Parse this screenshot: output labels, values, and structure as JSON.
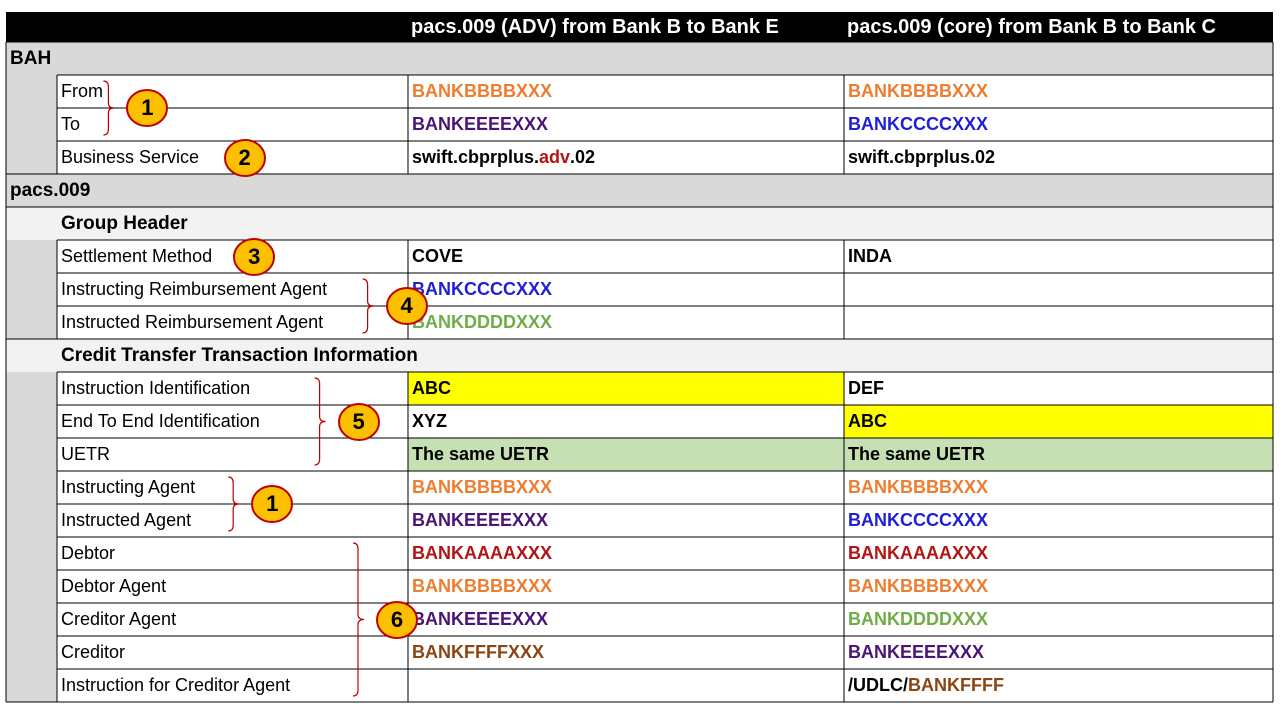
{
  "colors": {
    "orange": "#ed7d31",
    "purple": "#4b1577",
    "blue": "#1f1fd8",
    "green": "#70ad47",
    "darkred": "#b41414",
    "brown": "#8b4513",
    "black": "#000000",
    "highlight_yellow": "#ffff00",
    "highlight_green": "#c6e0b4",
    "header_bg": "#000000",
    "section_bg": "#d9d9d9",
    "subsection_bg": "#f2f2f2",
    "badge_fill": "#fcc000",
    "badge_stroke": "#c00000"
  },
  "header": {
    "col_adv": "pacs.009 (ADV) from Bank B to Bank E",
    "col_core": "pacs.009 (core) from Bank B to Bank C"
  },
  "rows": [
    {
      "type": "section",
      "label": "BAH"
    },
    {
      "type": "field",
      "label": "From",
      "adv": [
        {
          "t": "BANKBBBBXXX",
          "c": "orange"
        }
      ],
      "core": [
        {
          "t": "BANKBBBBXXX",
          "c": "orange"
        }
      ]
    },
    {
      "type": "field",
      "label": "To",
      "adv": [
        {
          "t": "BANKEEEEXXX",
          "c": "purple"
        }
      ],
      "core": [
        {
          "t": "BANKCCCCXXX",
          "c": "blue"
        }
      ]
    },
    {
      "type": "field",
      "label": "Business Service",
      "adv": [
        {
          "t": "swift.cbprplus.",
          "c": "black"
        },
        {
          "t": "adv",
          "c": "darkred"
        },
        {
          "t": ".02",
          "c": "black"
        }
      ],
      "core": [
        {
          "t": "swift.cbprplus.02",
          "c": "black"
        }
      ]
    },
    {
      "type": "section",
      "label": "pacs.009"
    },
    {
      "type": "subsection",
      "label": "Group Header"
    },
    {
      "type": "field",
      "label": "Settlement Method",
      "adv": [
        {
          "t": "COVE",
          "c": "black"
        }
      ],
      "core": [
        {
          "t": "INDA",
          "c": "black"
        }
      ]
    },
    {
      "type": "field",
      "label": "Instructing Reimbursement Agent",
      "adv": [
        {
          "t": "BANKCCCCXXX",
          "c": "blue"
        }
      ],
      "core": []
    },
    {
      "type": "field",
      "label": "Instructed Reimbursement Agent",
      "adv": [
        {
          "t": "BANKDDDDXXX",
          "c": "green"
        }
      ],
      "core": []
    },
    {
      "type": "subsection",
      "label": "Credit Transfer Transaction Information"
    },
    {
      "type": "field",
      "label": "Instruction Identification",
      "adv": [
        {
          "t": "ABC",
          "c": "black"
        }
      ],
      "adv_bg": "highlight_yellow",
      "core": [
        {
          "t": "DEF",
          "c": "black"
        }
      ]
    },
    {
      "type": "field",
      "label": "End To End Identification",
      "adv": [
        {
          "t": "XYZ",
          "c": "black"
        }
      ],
      "core": [
        {
          "t": "ABC",
          "c": "black"
        }
      ],
      "core_bg": "highlight_yellow"
    },
    {
      "type": "field",
      "label": "UETR",
      "adv": [
        {
          "t": "The same UETR",
          "c": "black"
        }
      ],
      "adv_bg": "highlight_green",
      "core": [
        {
          "t": "The same UETR",
          "c": "black"
        }
      ],
      "core_bg": "highlight_green"
    },
    {
      "type": "field",
      "label": "Instructing Agent",
      "adv": [
        {
          "t": "BANKBBBBXXX",
          "c": "orange"
        }
      ],
      "core": [
        {
          "t": "BANKBBBBXXX",
          "c": "orange"
        }
      ]
    },
    {
      "type": "field",
      "label": "Instructed Agent",
      "adv": [
        {
          "t": "BANKEEEEXXX",
          "c": "purple"
        }
      ],
      "core": [
        {
          "t": "BANKCCCCXXX",
          "c": "blue"
        }
      ]
    },
    {
      "type": "field",
      "label": "Debtor",
      "adv": [
        {
          "t": "BANKAAAAXXX",
          "c": "darkred"
        }
      ],
      "core": [
        {
          "t": "BANKAAAAXXX",
          "c": "darkred"
        }
      ]
    },
    {
      "type": "field",
      "label": "Debtor Agent",
      "adv": [
        {
          "t": "BANKBBBBXXX",
          "c": "orange"
        }
      ],
      "core": [
        {
          "t": "BANKBBBBXXX",
          "c": "orange"
        }
      ]
    },
    {
      "type": "field",
      "label": "Creditor Agent",
      "adv": [
        {
          "t": "BANKEEEEXXX",
          "c": "purple"
        }
      ],
      "core": [
        {
          "t": "BANKDDDDXXX",
          "c": "green"
        }
      ]
    },
    {
      "type": "field",
      "label": "Creditor",
      "adv": [
        {
          "t": "BANKFFFFXXX",
          "c": "brown"
        }
      ],
      "core": [
        {
          "t": "BANKEEEEXXX",
          "c": "purple"
        }
      ]
    },
    {
      "type": "field",
      "label": "Instruction for Creditor Agent",
      "adv": [],
      "core": [
        {
          "t": "/UDLC/",
          "c": "black"
        },
        {
          "t": "BANKFFFF",
          "c": "brown"
        }
      ]
    }
  ],
  "badges": [
    {
      "number": "1",
      "first_row": 1,
      "last_row": 2
    },
    {
      "number": "2",
      "first_row": 3,
      "last_row": 3
    },
    {
      "number": "3",
      "first_row": 6,
      "last_row": 6
    },
    {
      "number": "4",
      "first_row": 7,
      "last_row": 8
    },
    {
      "number": "5",
      "first_row": 10,
      "last_row": 12
    },
    {
      "number": "1",
      "first_row": 13,
      "last_row": 14
    },
    {
      "number": "6",
      "first_row": 15,
      "last_row": 19
    }
  ]
}
